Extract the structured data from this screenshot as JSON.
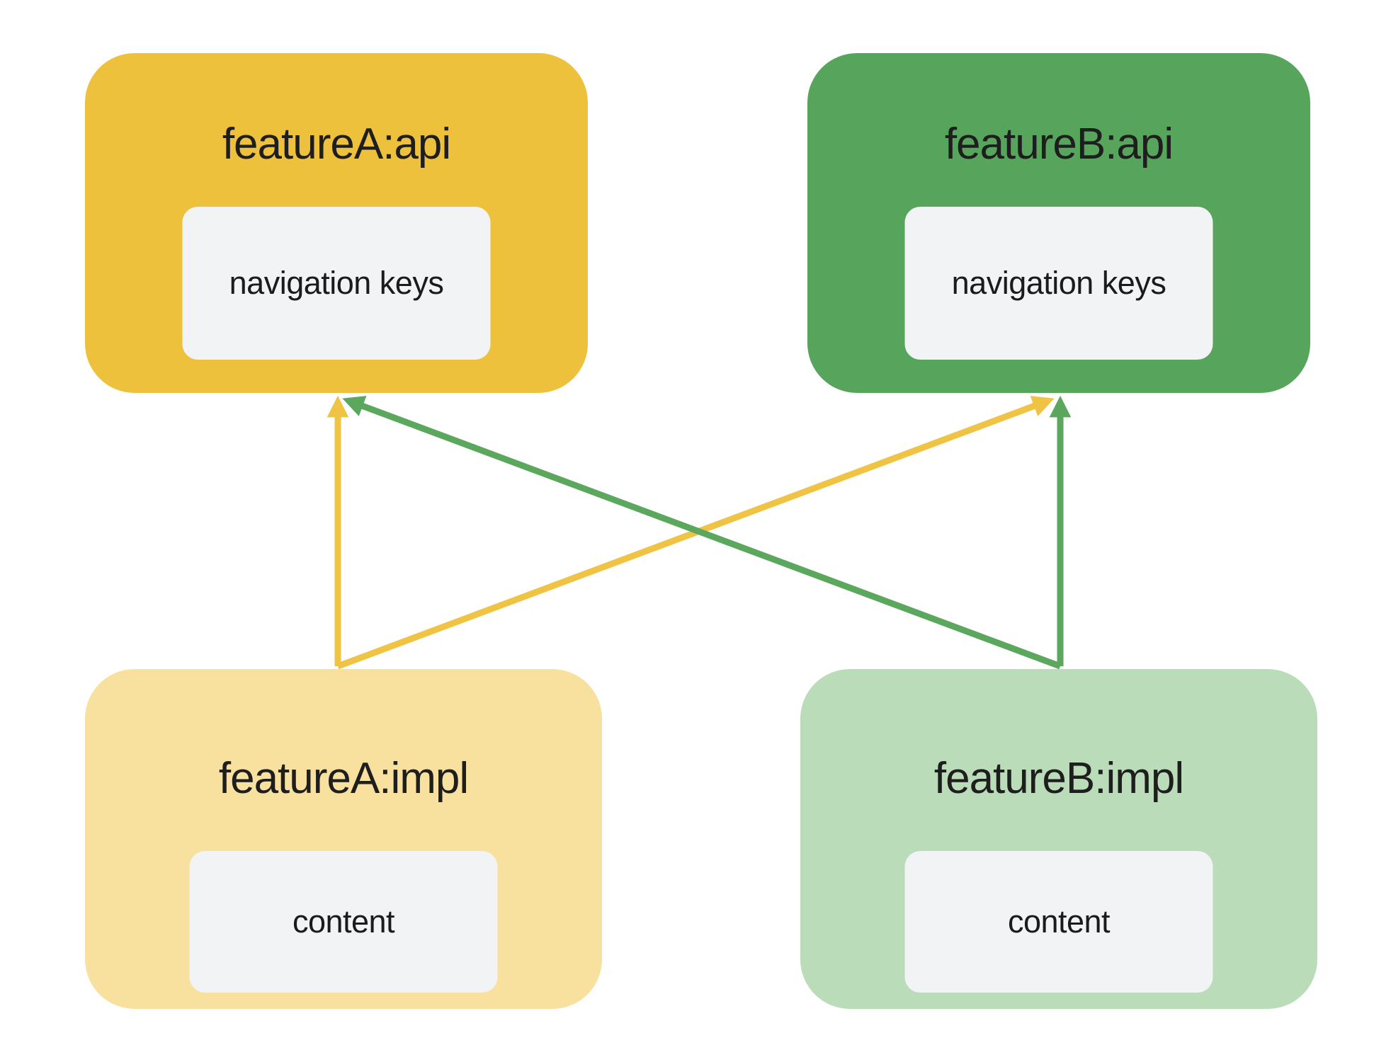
{
  "diagram": {
    "background": "#FFFFFF",
    "inner_box_fill": "#F1F3F4",
    "text_color": "#1E1E1E",
    "nodes": [
      {
        "id": "featureA-api",
        "title": "featureA:api",
        "inner_label": "navigation keys",
        "fill": "#EEC13D"
      },
      {
        "id": "featureB-api",
        "title": "featureB:api",
        "inner_label": "navigation keys",
        "fill": "#57A55C"
      },
      {
        "id": "featureA-impl",
        "title": "featureA:impl",
        "inner_label": "content",
        "fill": "#F8E09E"
      },
      {
        "id": "featureB-impl",
        "title": "featureB:impl",
        "inner_label": "content",
        "fill": "#BBDCB8"
      }
    ],
    "edges": [
      {
        "from": "featureA-impl",
        "to": "featureA-api",
        "color": "#EFC343",
        "style": "arrow-up"
      },
      {
        "from": "featureA-impl",
        "to": "featureB-api",
        "color": "#EFC343",
        "style": "arrow-diagonal"
      },
      {
        "from": "featureB-impl",
        "to": "featureB-api",
        "color": "#5BA75E",
        "style": "arrow-up"
      },
      {
        "from": "featureB-impl",
        "to": "featureA-api",
        "color": "#5BA75E",
        "style": "arrow-diagonal"
      }
    ]
  }
}
